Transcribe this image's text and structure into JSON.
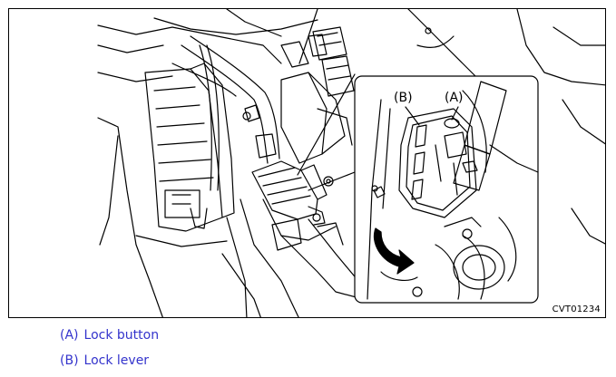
{
  "figure": {
    "code": "CVT01234",
    "callouts": {
      "a": "(A)",
      "b": "(B)"
    }
  },
  "legend": [
    {
      "key": "(A)",
      "text": "Lock button"
    },
    {
      "key": "(B)",
      "text": "Lock lever"
    }
  ],
  "colors": {
    "line": "#000000",
    "legend_text": "#3333cc",
    "background": "#ffffff"
  }
}
